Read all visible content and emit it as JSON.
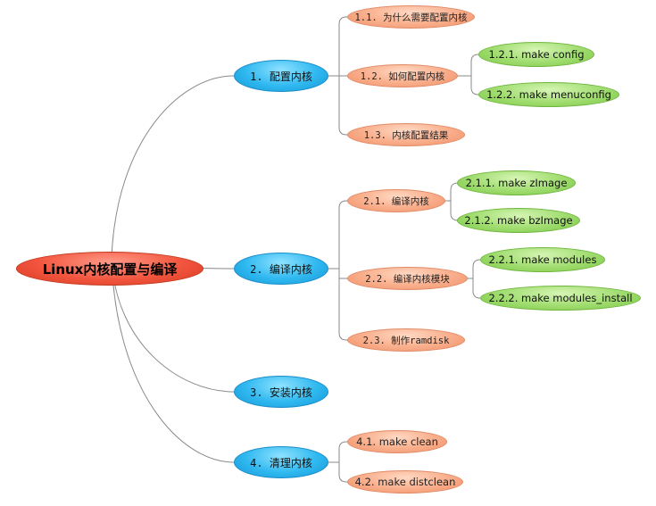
{
  "root": {
    "label": "Linux内核配置与编译"
  },
  "branches": [
    {
      "label": "1. 配置内核",
      "children": [
        {
          "label": "1.1. 为什么需要配置内核",
          "children": []
        },
        {
          "label": "1.2. 如何配置内核",
          "children": [
            {
              "label": "1.2.1. make config"
            },
            {
              "label": "1.2.2. make menuconfig"
            }
          ]
        },
        {
          "label": "1.3. 内核配置结果",
          "children": []
        }
      ]
    },
    {
      "label": "2. 编译内核",
      "children": [
        {
          "label": "2.1. 编译内核",
          "children": [
            {
              "label": "2.1.1. make zImage"
            },
            {
              "label": "2.1.2. make bzImage"
            }
          ]
        },
        {
          "label": "2.2. 编译内核模块",
          "children": [
            {
              "label": "2.2.1. make modules"
            },
            {
              "label": "2.2.2. make modules_install"
            }
          ]
        },
        {
          "label": "2.3. 制作ramdisk",
          "children": []
        }
      ]
    },
    {
      "label": "3. 安装内核",
      "children": []
    },
    {
      "label": "4. 清理内核",
      "children": [
        {
          "label": "4.1. make clean",
          "children": []
        },
        {
          "label": "4.2. make distclean",
          "children": []
        }
      ]
    }
  ]
}
